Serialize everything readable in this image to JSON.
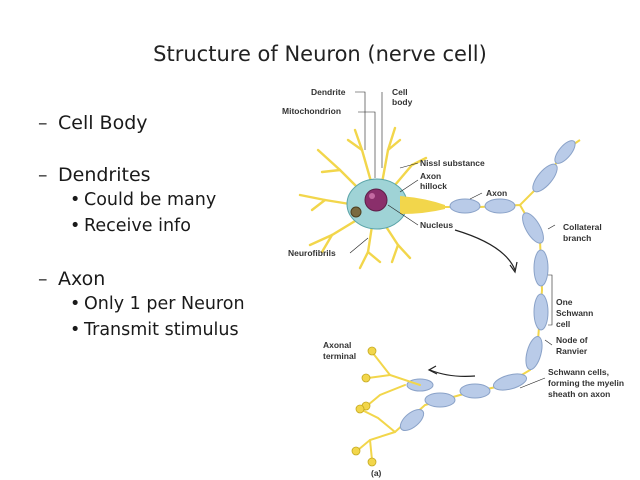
{
  "slide": {
    "title": "Structure of Neuron (nerve cell)",
    "bullets": {
      "dash": "–",
      "dot": "•",
      "cell_body": "Cell Body",
      "dendrites": "Dendrites",
      "dendrites_sub": [
        "Could be many",
        "Receive info"
      ],
      "axon": "Axon",
      "axon_sub": [
        "Only 1 per Neuron",
        "Transmit stimulus"
      ]
    }
  },
  "diagram": {
    "labels": {
      "dendrite": "Dendrite",
      "cell_body_1": "Cell",
      "cell_body_2": "body",
      "mitochondrion": "Mitochondrion",
      "nissl": "Nissl substance",
      "axon_hillock_1": "Axon",
      "axon_hillock_2": "hillock",
      "axon": "Axon",
      "nucleus": "Nucleus",
      "collateral_1": "Collateral",
      "collateral_2": "branch",
      "neurofibrils": "Neurofibrils",
      "schwann_1": "One",
      "schwann_2": "Schwann",
      "schwann_3": "cell",
      "node_1": "Node of",
      "node_2": "Ranvier",
      "axonal_1": "Axonal",
      "axonal_2": "terminal",
      "myelin_1": "Schwann cells,",
      "myelin_2": "forming the myelin",
      "myelin_3": "sheath on axon",
      "panel": "(a)"
    },
    "colors": {
      "dendrite": "#f2d64b",
      "myelin": "#b9cbe8",
      "myelin_edge": "#8aa2c8",
      "nucleus": "#8a2f6b",
      "cell_body": "#9fd3d6"
    }
  }
}
